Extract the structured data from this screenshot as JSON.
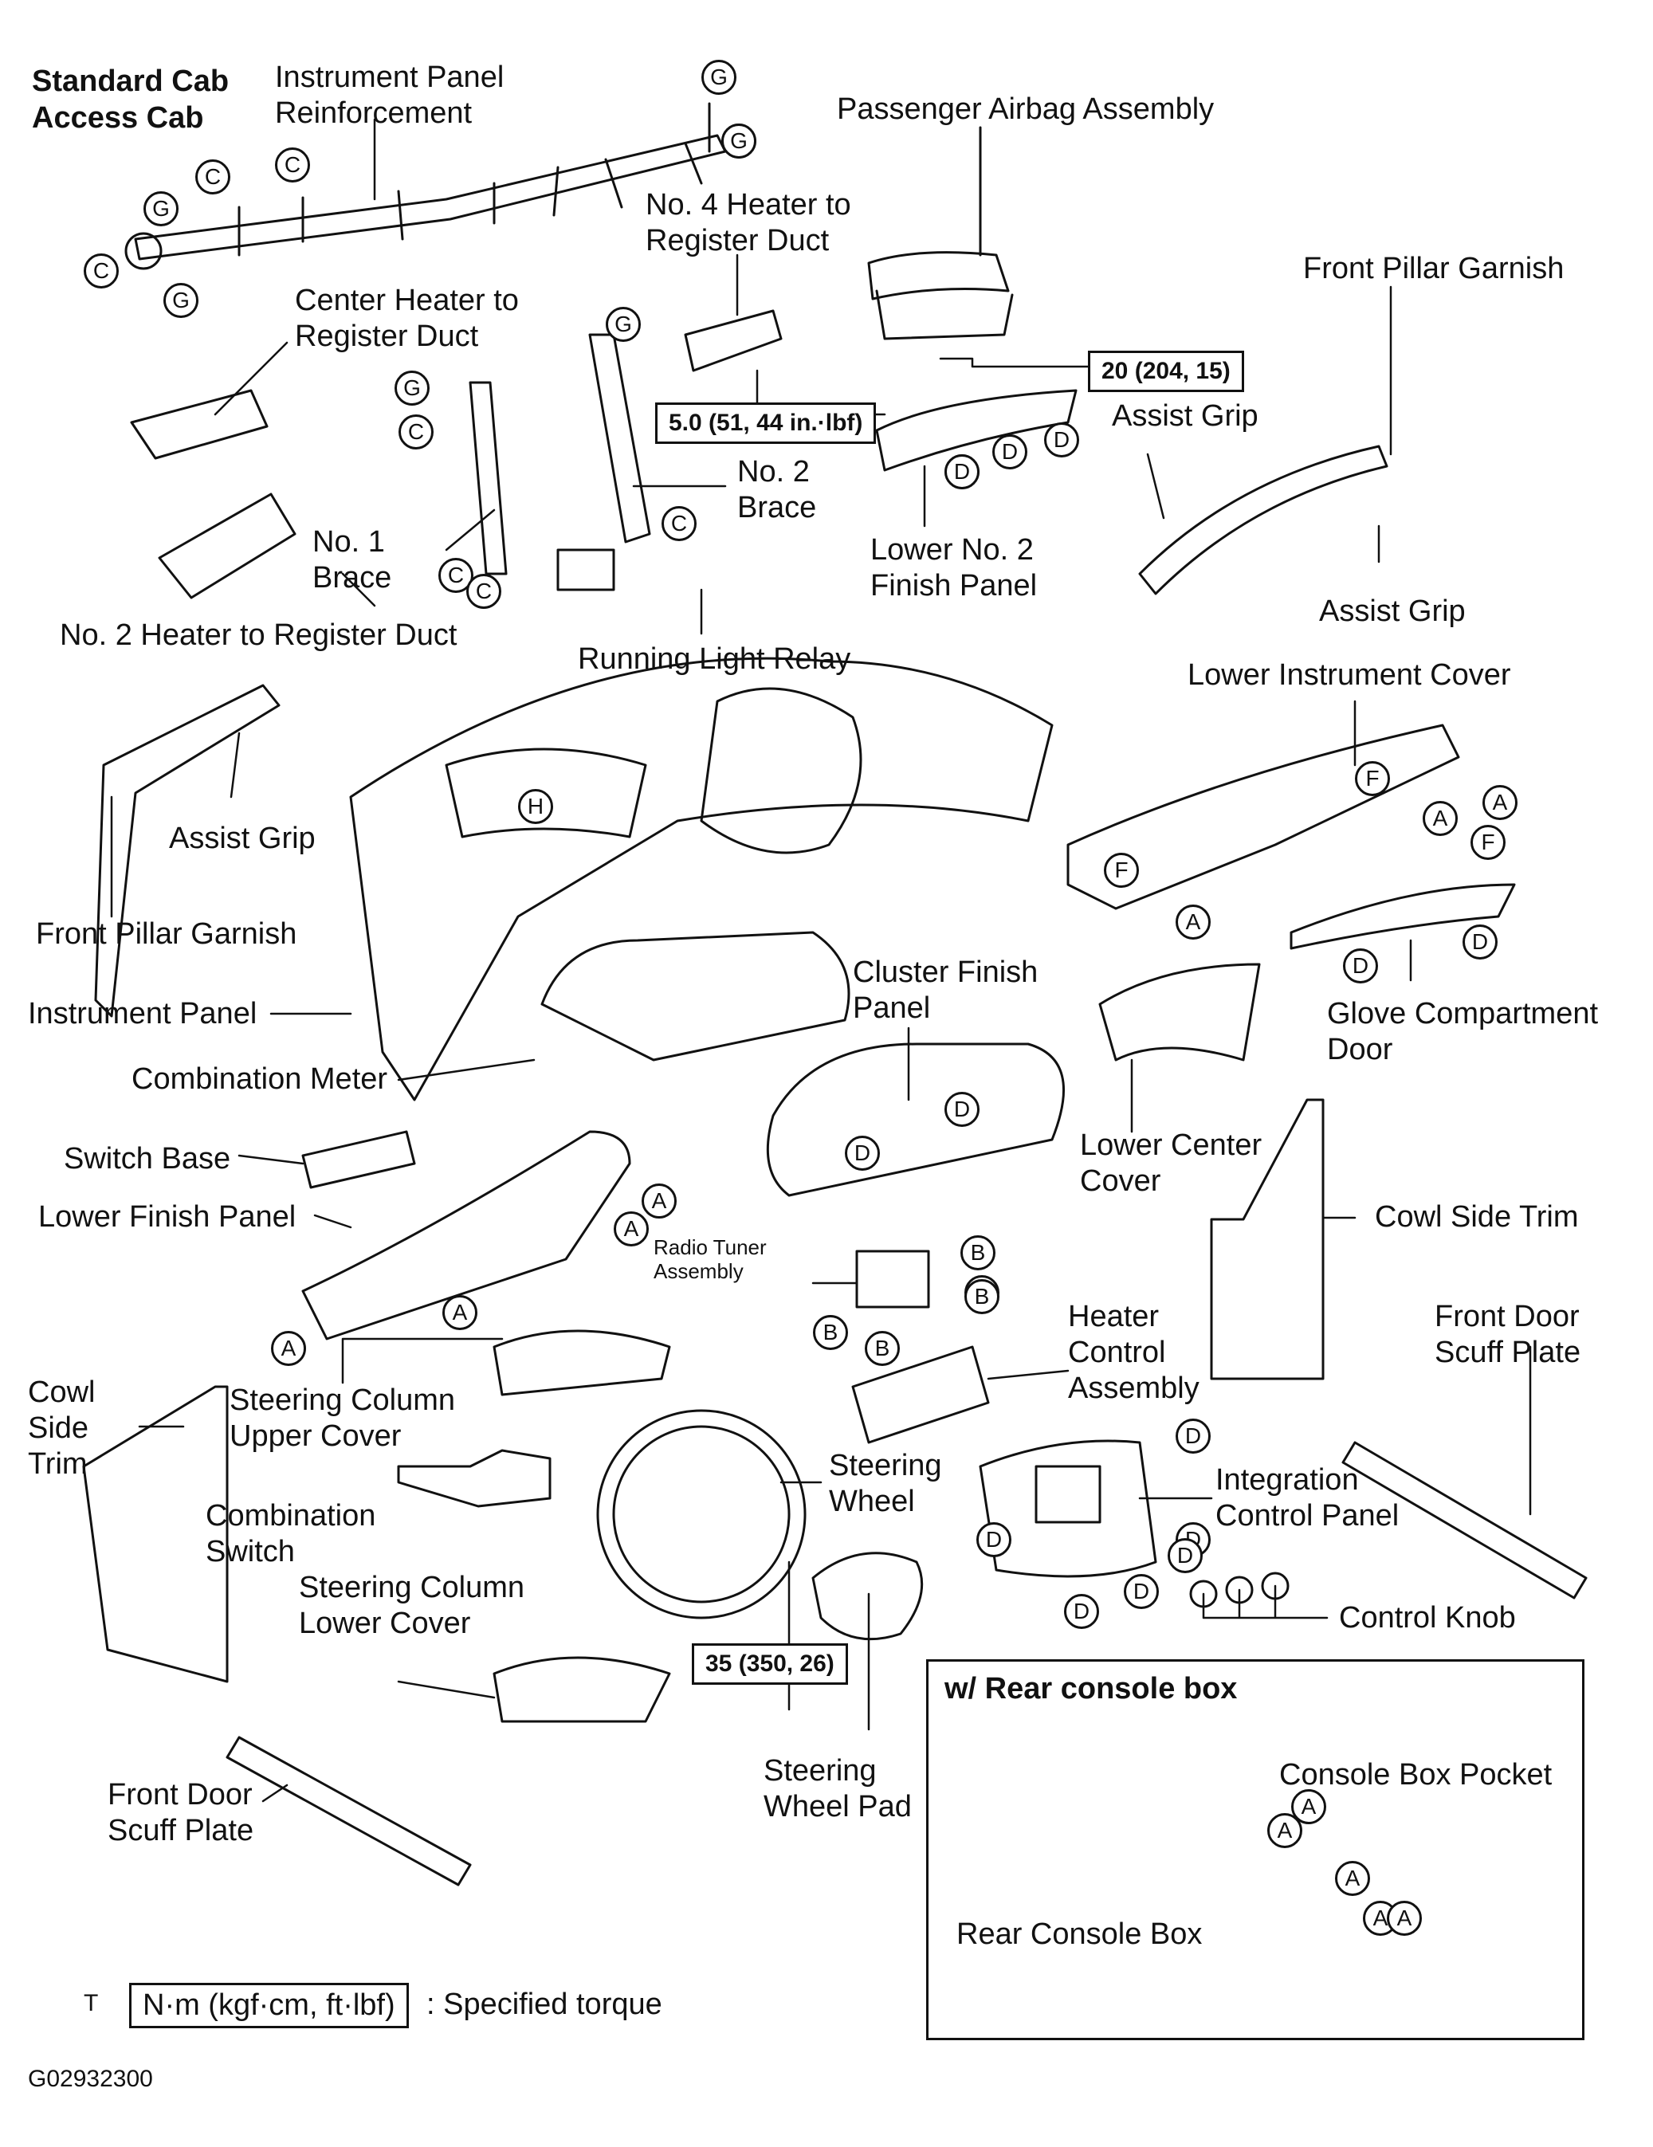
{
  "header": {
    "line1": "Standard Cab",
    "line2": "Access Cab"
  },
  "labels": {
    "instrument_panel_reinforcement": "Instrument Panel\nReinforcement",
    "passenger_airbag": "Passenger Airbag Assembly",
    "no4_heater_duct": "No. 4 Heater to\nRegister Duct",
    "front_pillar_garnish_right": "Front Pillar Garnish",
    "center_heater_duct": "Center Heater to\nRegister Duct",
    "no2_brace": "No. 2\nBrace",
    "no1_brace": "No. 1\nBrace",
    "assist_grip_upper": "Assist Grip",
    "lower_no2_finish_panel": "Lower No. 2\nFinish Panel",
    "assist_grip_right": "Assist Grip",
    "no2_heater_duct": "No. 2 Heater to Register Duct",
    "running_light_relay": "Running Light Relay",
    "lower_instrument_cover": "Lower Instrument Cover",
    "assist_grip_left": "Assist Grip",
    "front_pillar_garnish_left": "Front Pillar Garnish",
    "instrument_panel": "Instrument Panel",
    "cluster_finish_panel": "Cluster Finish\nPanel",
    "glove_compartment_door": "Glove Compartment\nDoor",
    "combination_meter": "Combination Meter",
    "switch_base": "Switch Base",
    "lower_center_cover": "Lower Center\nCover",
    "lower_finish_panel": "Lower Finish Panel",
    "cowl_side_trim_right": "Cowl Side Trim",
    "radio_tuner": "Radio Tuner\nAssembly",
    "front_door_scuff_right": "Front Door\nScuff Plate",
    "heater_control": "Heater\nControl\nAssembly",
    "cowl_side_trim_left": "Cowl\nSide\nTrim",
    "steering_column_upper": "Steering Column\nUpper Cover",
    "steering_wheel": "Steering\nWheel",
    "integration_control_panel": "Integration\nControl Panel",
    "combination_switch": "Combination\nSwitch",
    "steering_column_lower": "Steering Column\nLower Cover",
    "control_knob": "Control Knob",
    "steering_wheel_pad": "Steering\nWheel Pad",
    "front_door_scuff_left": "Front Door\nScuff Plate"
  },
  "torques": {
    "t1": "20 (204, 15)",
    "t2": "5.0 (51, 44 in.·lbf)",
    "t3": "35 (350, 26)"
  },
  "inset": {
    "title": "w/ Rear console box",
    "console_box_pocket": "Console Box Pocket",
    "rear_console_box": "Rear Console Box"
  },
  "legend": {
    "symbol": "T",
    "unit": "N·m (kgf·cm, ft·lbf)",
    "text": ": Specified torque"
  },
  "figure_id": "G02932300",
  "clip_letters": [
    "G",
    "G",
    "G",
    "C",
    "C",
    "G",
    "C",
    "G",
    "G",
    "G",
    "C",
    "C",
    "C",
    "C",
    "D",
    "D",
    "D",
    "D",
    "H",
    "F",
    "A",
    "A",
    "F",
    "F",
    "A",
    "D",
    "D",
    "D",
    "D",
    "A",
    "A",
    "A",
    "A",
    "B",
    "B",
    "B",
    "B",
    "B",
    "D",
    "D",
    "D",
    "D",
    "D",
    "D",
    "A",
    "A",
    "A",
    "A",
    "A"
  ],
  "colors": {
    "ink": "#111111",
    "paper": "#ffffff"
  }
}
